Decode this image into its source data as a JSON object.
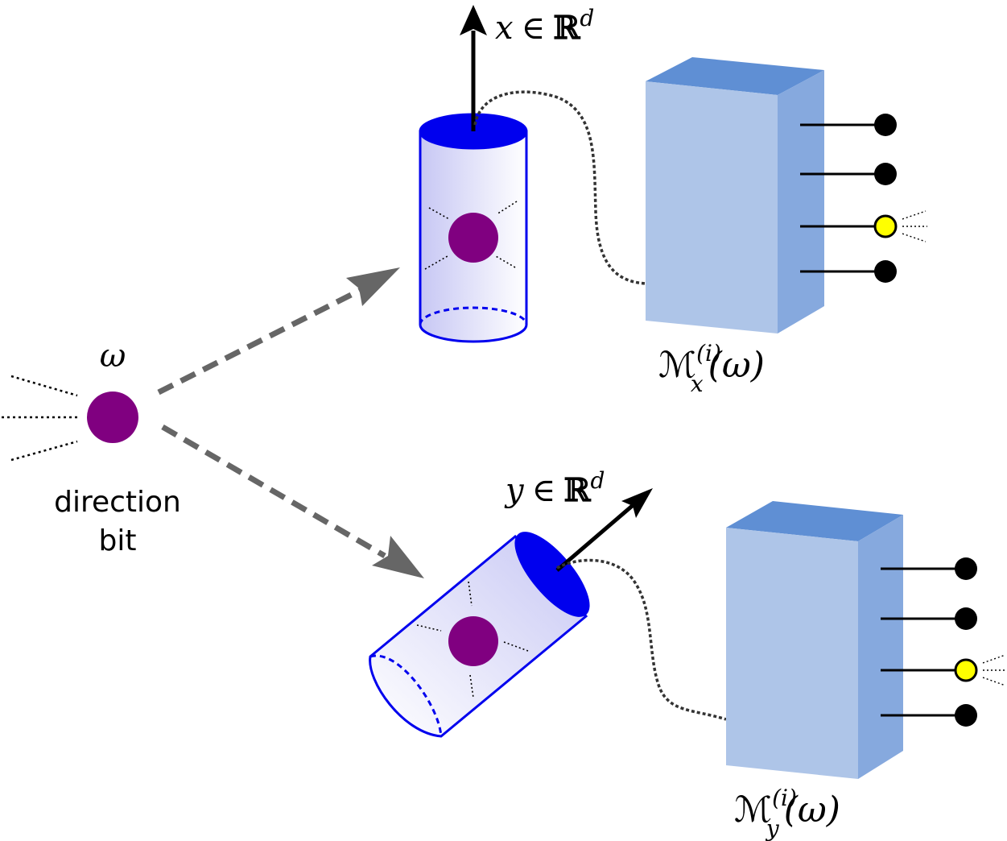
{
  "source": {
    "symbol": "ω",
    "label_line1": "direction",
    "label_line2": "bit",
    "color": "#800080"
  },
  "detector_x": {
    "var": "x",
    "member": "∈",
    "space": "ℝ",
    "dim": "d",
    "cap_color": "#0000ee"
  },
  "detector_y": {
    "var": "y",
    "member": "∈",
    "space": "ℝ",
    "dim": "d",
    "cap_color": "#0000ee"
  },
  "measure_x": {
    "M": "ℳ",
    "sup": "(i)",
    "sub": "x",
    "arg": "(ω)",
    "outputs": 4,
    "lit_output": 3,
    "lit_color": "#ffff00"
  },
  "measure_y": {
    "M": "ℳ",
    "sup": "(i)",
    "sub": "y",
    "arg": "(ω)",
    "outputs": 4,
    "lit_output": 3,
    "lit_color": "#ffff00"
  },
  "colors": {
    "box_front": "#aec5e8",
    "box_top": "#5f8fd4",
    "box_side": "#86a9de",
    "arrow_gray": "#666666"
  }
}
